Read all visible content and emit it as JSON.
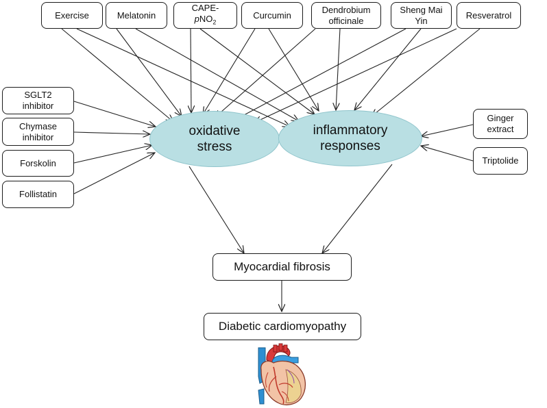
{
  "interventions_top": {
    "exercise": "Exercise",
    "melatonin": "Melatonin",
    "cape_prefix": "CAPE-",
    "cape_italic": "p",
    "cape_no": "NO",
    "cape_sub": "2",
    "curcumin": "Curcumin",
    "dendrobium": "Dendrobium\nofficinale",
    "sheng_mai_yin": "Sheng Mai\nYin",
    "resveratrol": "Resveratrol"
  },
  "interventions_left": {
    "sglt2": "SGLT2\ninhibitor",
    "chymase": "Chymase\ninhibitor",
    "forskolin": "Forskolin",
    "follistatin": "Follistatin"
  },
  "interventions_right": {
    "ginger": "Ginger\nextract",
    "triptolide": "Triptolide"
  },
  "mechanisms": {
    "oxidative_stress": "oxidative\nstress",
    "inflammatory_responses": "inflammatory\nresponses"
  },
  "outcomes": {
    "myocardial_fibrosis": "Myocardial fibrosis",
    "diabetic_cardiomyopathy": "Diabetic cardiomyopathy"
  },
  "colors": {
    "ellipse_fill": "#b9dfe3",
    "ellipse_border": "#8fc4cb",
    "box_border": "#1a1a1a",
    "arrow": "#222222"
  },
  "icons": {
    "heart": "heart-icon"
  }
}
